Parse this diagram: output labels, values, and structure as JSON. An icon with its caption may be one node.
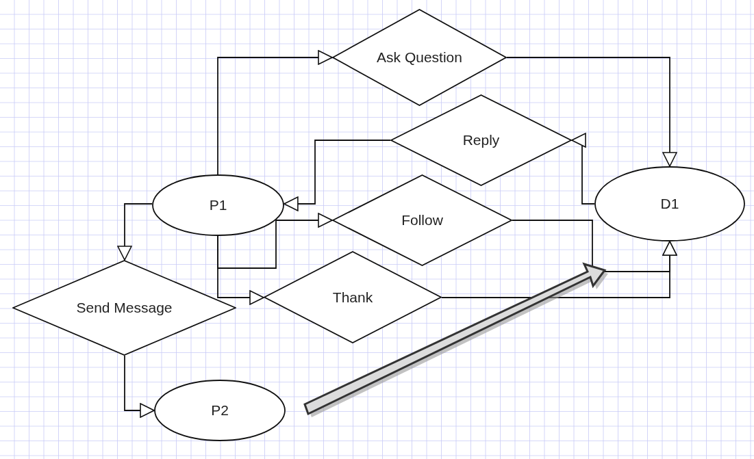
{
  "diagram": {
    "nodes": [
      {
        "text": [
          "Ask Question"
        ]
      },
      {
        "text": [
          "Reply"
        ]
      },
      {
        "text": [
          "P1"
        ]
      },
      {
        "text": [
          "Follow"
        ]
      },
      {
        "text": [
          "D1"
        ]
      },
      {
        "text": [
          "Send Message"
        ]
      },
      {
        "text": [
          "Thank"
        ]
      },
      {
        "text": [
          "P2"
        ]
      }
    ],
    "edges": [
      {
        "from": 2,
        "to": 0,
        "arrow": "to"
      },
      {
        "from": 0,
        "to": 4,
        "arrow": "to"
      },
      {
        "from": 1,
        "to": 2,
        "arrow": "to"
      },
      {
        "from": 4,
        "to": 1,
        "arrow": "to"
      },
      {
        "from": 2,
        "to": 3,
        "arrow": "to"
      },
      {
        "from": 2,
        "to": 6,
        "arrow": "to"
      },
      {
        "from": 3,
        "to": 4,
        "arrow": "to"
      },
      {
        "from": 6,
        "to": 4,
        "arrow": "to"
      },
      {
        "from": 2,
        "to": 5,
        "arrow": "to"
      },
      {
        "from": 5,
        "to": 7,
        "arrow": "to"
      }
    ]
  }
}
